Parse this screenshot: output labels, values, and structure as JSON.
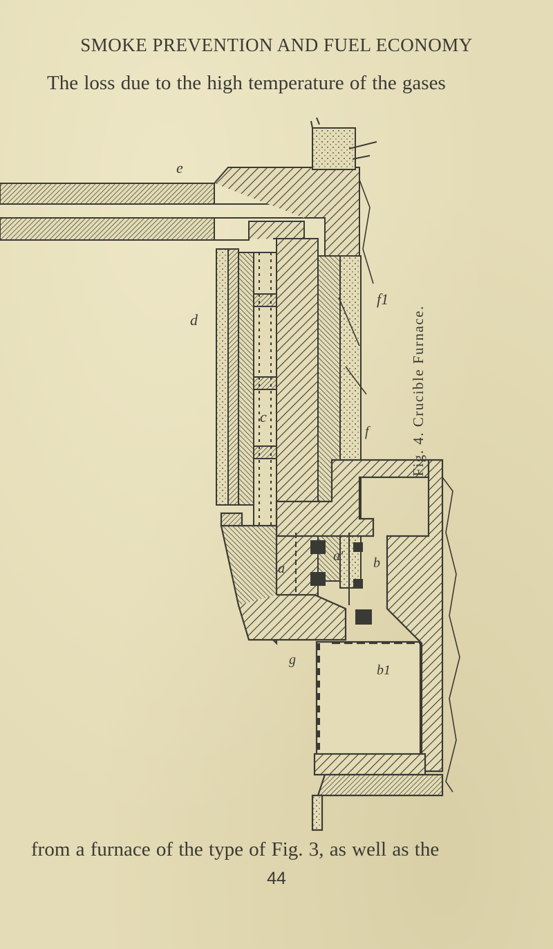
{
  "page": {
    "header": "SMOKE PREVENTION AND FUEL ECONOMY",
    "text_top": "The loss due to the high temperature of the gases",
    "text_bottom": "from a furnace of the type of Fig. 3, as well as the",
    "page_number": "44"
  },
  "figure": {
    "caption": "Fig. 4. Crucible Furnace.",
    "labels": {
      "e": "e",
      "d": "d",
      "c": "c",
      "f1": "f1",
      "f": "f",
      "a": "a",
      "a_prime": "a'",
      "b": "b",
      "g": "g",
      "b1": "b1"
    }
  },
  "colors": {
    "paper": "#e4dcb6",
    "ink": "#3a3a35"
  }
}
